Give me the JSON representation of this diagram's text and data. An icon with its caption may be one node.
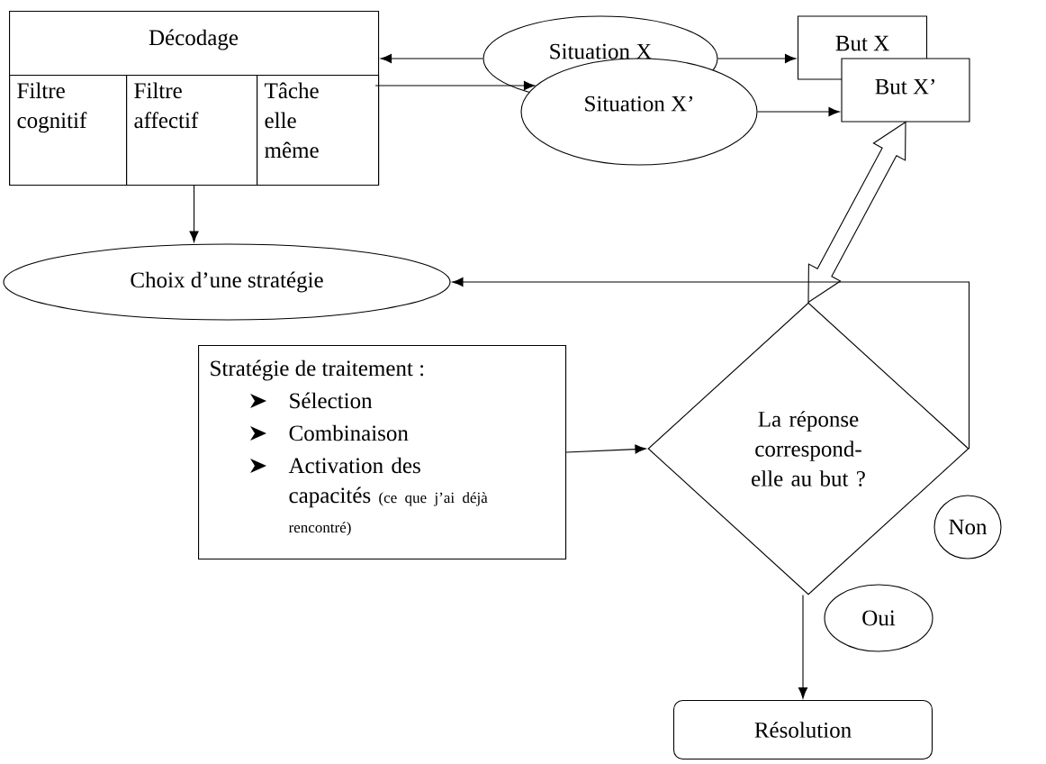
{
  "diagram": {
    "nodes": [
      {
        "text": [
          "Décodage"
        ]
      },
      {
        "text": [
          "Filtre cognitif"
        ],
        "in": 0
      },
      {
        "text": [
          "Filtre affectif"
        ],
        "in": 0
      },
      {
        "text": [
          "Tâche elle même"
        ],
        "in": 0
      },
      {
        "text": [
          "Situation X"
        ]
      },
      {
        "text": [
          "Situation X’"
        ]
      },
      {
        "text": [
          "But X"
        ]
      },
      {
        "text": [
          "But X’"
        ]
      },
      {
        "text": [
          "Choix d’une stratégie"
        ]
      },
      {
        "text": [
          "Stratégie de traitement :",
          "Sélection",
          "Combinaison",
          "Activation des capacités",
          "(ce que j’ai déjà rencontré)"
        ]
      },
      {
        "text": [
          "La réponse correspond-elle au but ?"
        ]
      },
      {
        "text": [
          "Non"
        ]
      },
      {
        "text": [
          "Oui"
        ]
      },
      {
        "text": [
          "Résolution"
        ]
      }
    ],
    "edges": [
      {
        "from": 4,
        "to": 0,
        "arrow": "to"
      },
      {
        "from": 3,
        "to": 5,
        "arrow": "to"
      },
      {
        "from": 4,
        "to": 6,
        "arrow": "to"
      },
      {
        "from": 5,
        "to": 7,
        "arrow": "to"
      },
      {
        "from": 0,
        "to": 8,
        "arrow": "to"
      },
      {
        "from": 7,
        "to": 10,
        "arrow": "both",
        "style": "thick"
      },
      {
        "from": 10,
        "to": 8,
        "arrow": "to"
      },
      {
        "from": 9,
        "to": 10,
        "arrow": "to"
      },
      {
        "from": 10,
        "to": 13,
        "arrow": "to"
      }
    ]
  }
}
